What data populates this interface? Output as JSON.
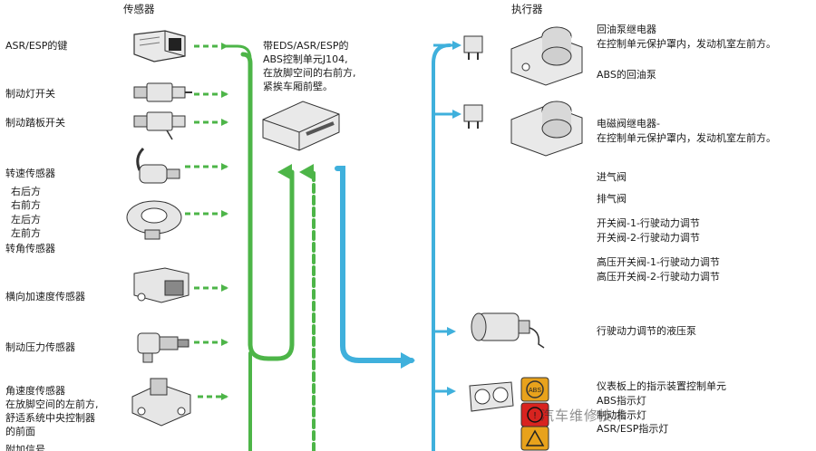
{
  "headers": {
    "sensors": "传感器",
    "actuators": "执行器"
  },
  "ecu": {
    "line1": "带EDS/ASR/ESP的",
    "line2": "ABS控制单元J104,",
    "line3": "在放脚空间的右前方,",
    "line4": "紧挨车厢前壁。"
  },
  "sensors": {
    "asr_esp_key": "ASR/ESP的键",
    "brake_light_switch": "制动灯开关",
    "brake_pedal_switch": "制动踏板开关",
    "wheel_speed": "转速传感器",
    "rear_right": "右后方",
    "front_right": "右前方",
    "rear_left": "左后方",
    "front_left": "左前方",
    "steering_angle": "转角传感器",
    "lateral_accel": "横向加速度传感器",
    "brake_pressure": "制动压力传感器",
    "yaw_rate_1": "角速度传感器",
    "yaw_rate_2": "在放脚空间的左前方,",
    "yaw_rate_3": "舒适系统中央控制器",
    "yaw_rate_4": "的前面",
    "cut_off": "附加信号"
  },
  "actuators": {
    "pump_relay_1": "回油泵继电器",
    "pump_relay_2": "在控制单元保护罩内，发动机室左前方。",
    "return_pump": "ABS的回油泵",
    "valve_relay_1": "电磁阀继电器-",
    "valve_relay_2": "在控制单元保护罩内，发动机室左前方。",
    "inlet_valve": "进气阀",
    "outlet_valve": "排气阀",
    "switch_valve_1": "开关阀-1-行驶动力调节",
    "switch_valve_2": "开关阀-2-行驶动力调节",
    "hp_switch_valve_1": "高压开关阀-1-行驶动力调节",
    "hp_switch_valve_2": "高压开关阀-2-行驶动力调节",
    "hydraulic_pump": "行驶动力调节的液压泵",
    "dash_unit_1": "仪表板上的指示装置控制单元",
    "dash_unit_2": "ABS指示灯",
    "dash_unit_3": "制动指示灯",
    "dash_unit_4": "ASR/ESP指示灯"
  },
  "warning_lamps": {
    "abs": "ABS"
  },
  "watermark": "汽车维修技术",
  "colors": {
    "sensor_wire": "#4db548",
    "actuator_wire": "#3fb0dc",
    "lamp_amber": "#e8a21c",
    "lamp_red": "#d8231f"
  }
}
